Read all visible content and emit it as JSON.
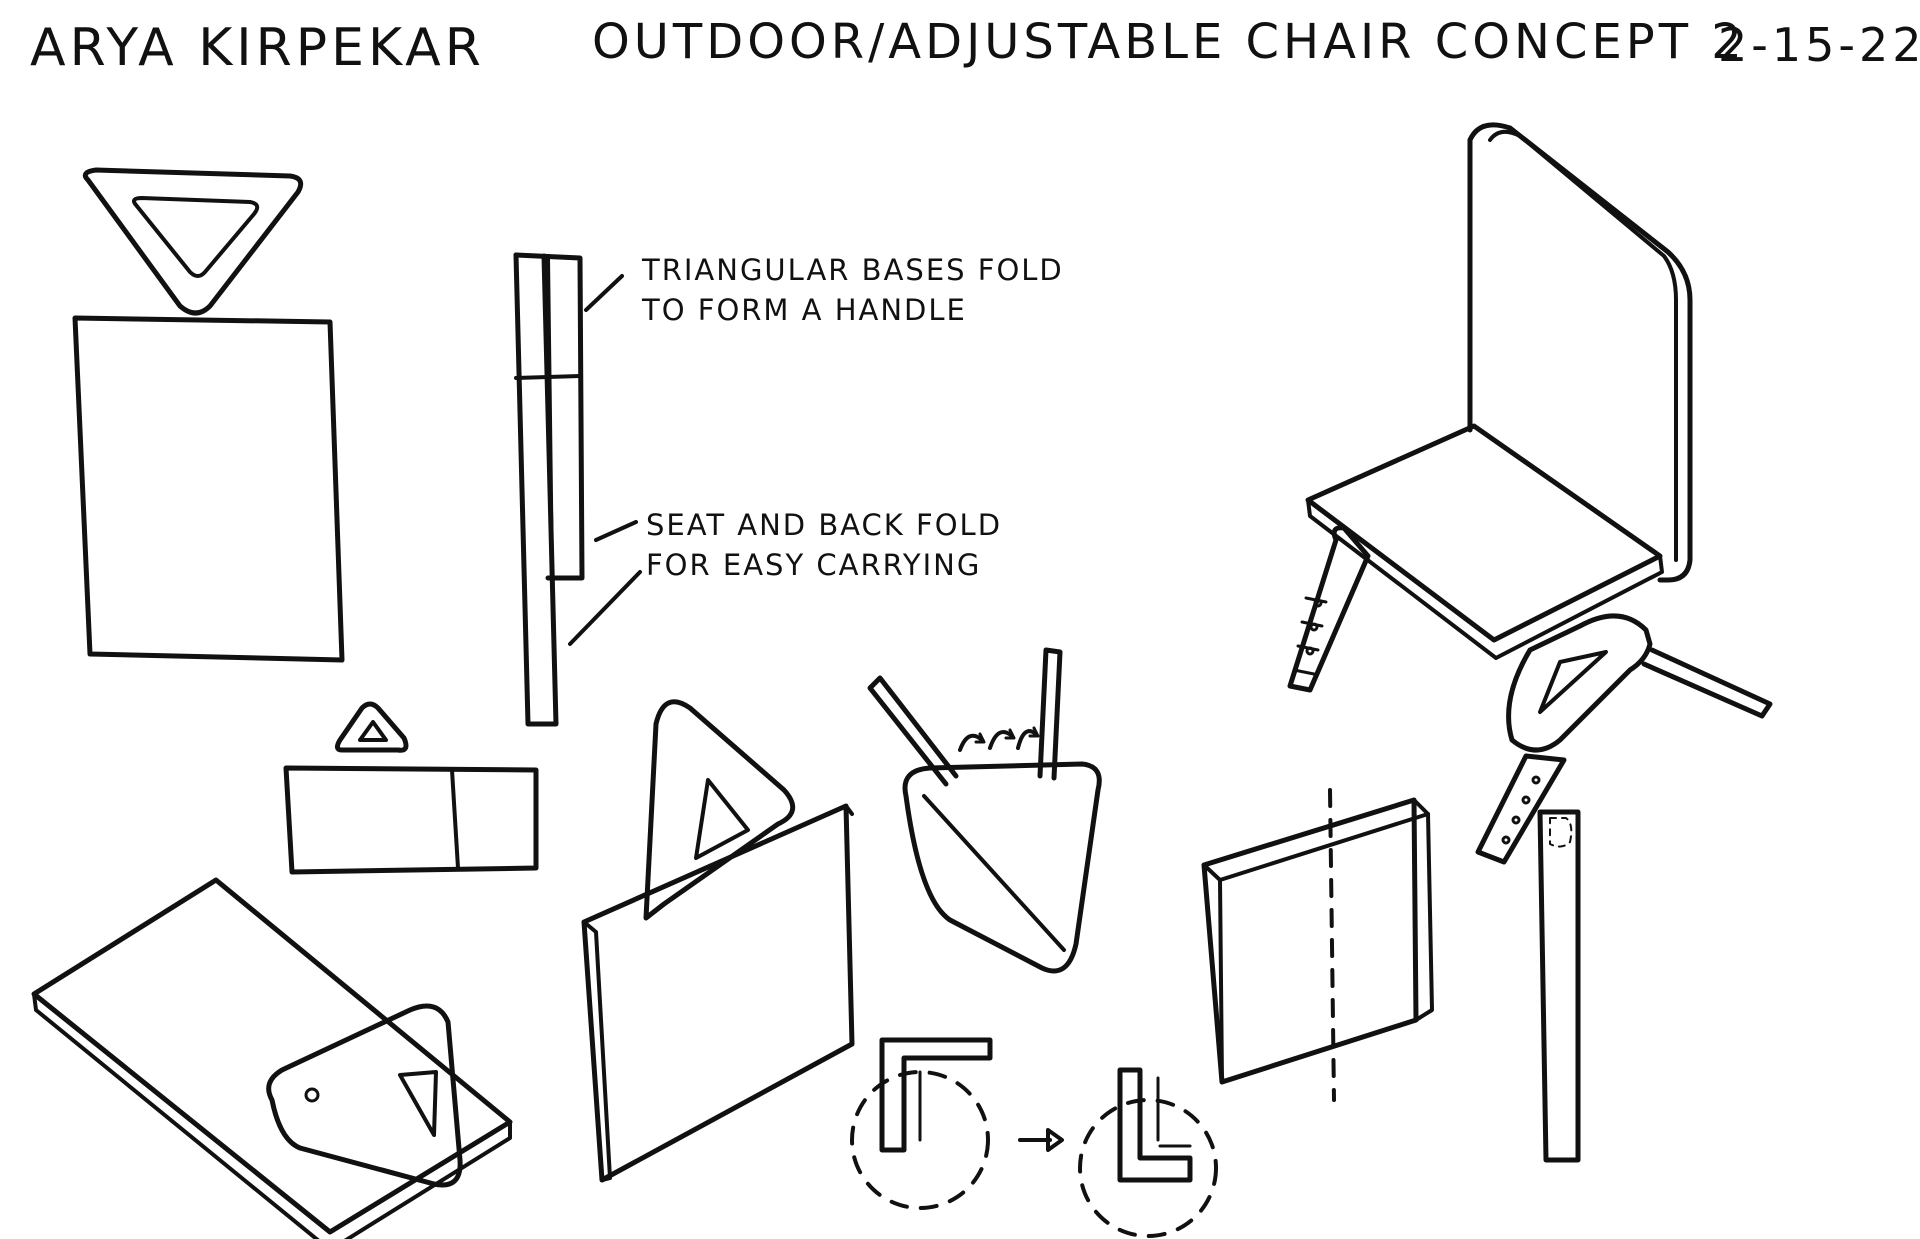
{
  "header": {
    "author": "Arya Kirpekar",
    "title": "Outdoor/Adjustable Chair Concept 2",
    "date": "2-15-22"
  },
  "annotations": {
    "handle_note": [
      "Triangular bases fold",
      "to form a handle"
    ],
    "fold_note": [
      "Seat and back fold",
      "for easy carrying"
    ]
  },
  "colors": {
    "ink": "#111111",
    "paper": "#ffffff"
  }
}
